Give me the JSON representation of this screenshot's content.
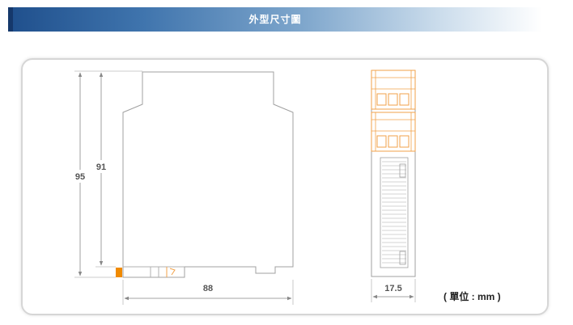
{
  "header": {
    "title": "外型尺寸圖"
  },
  "dimensions": {
    "height_outer": "95",
    "height_inner": "91",
    "depth": "88",
    "width": "17.5"
  },
  "unit_label": "( 單位 : mm )",
  "colors": {
    "header_dark": "#1f4f8c",
    "outline": "#a0a0a0",
    "terminal_orange": "#f2a24a",
    "clip_orange": "#f08a00",
    "dim_line": "#888888"
  }
}
